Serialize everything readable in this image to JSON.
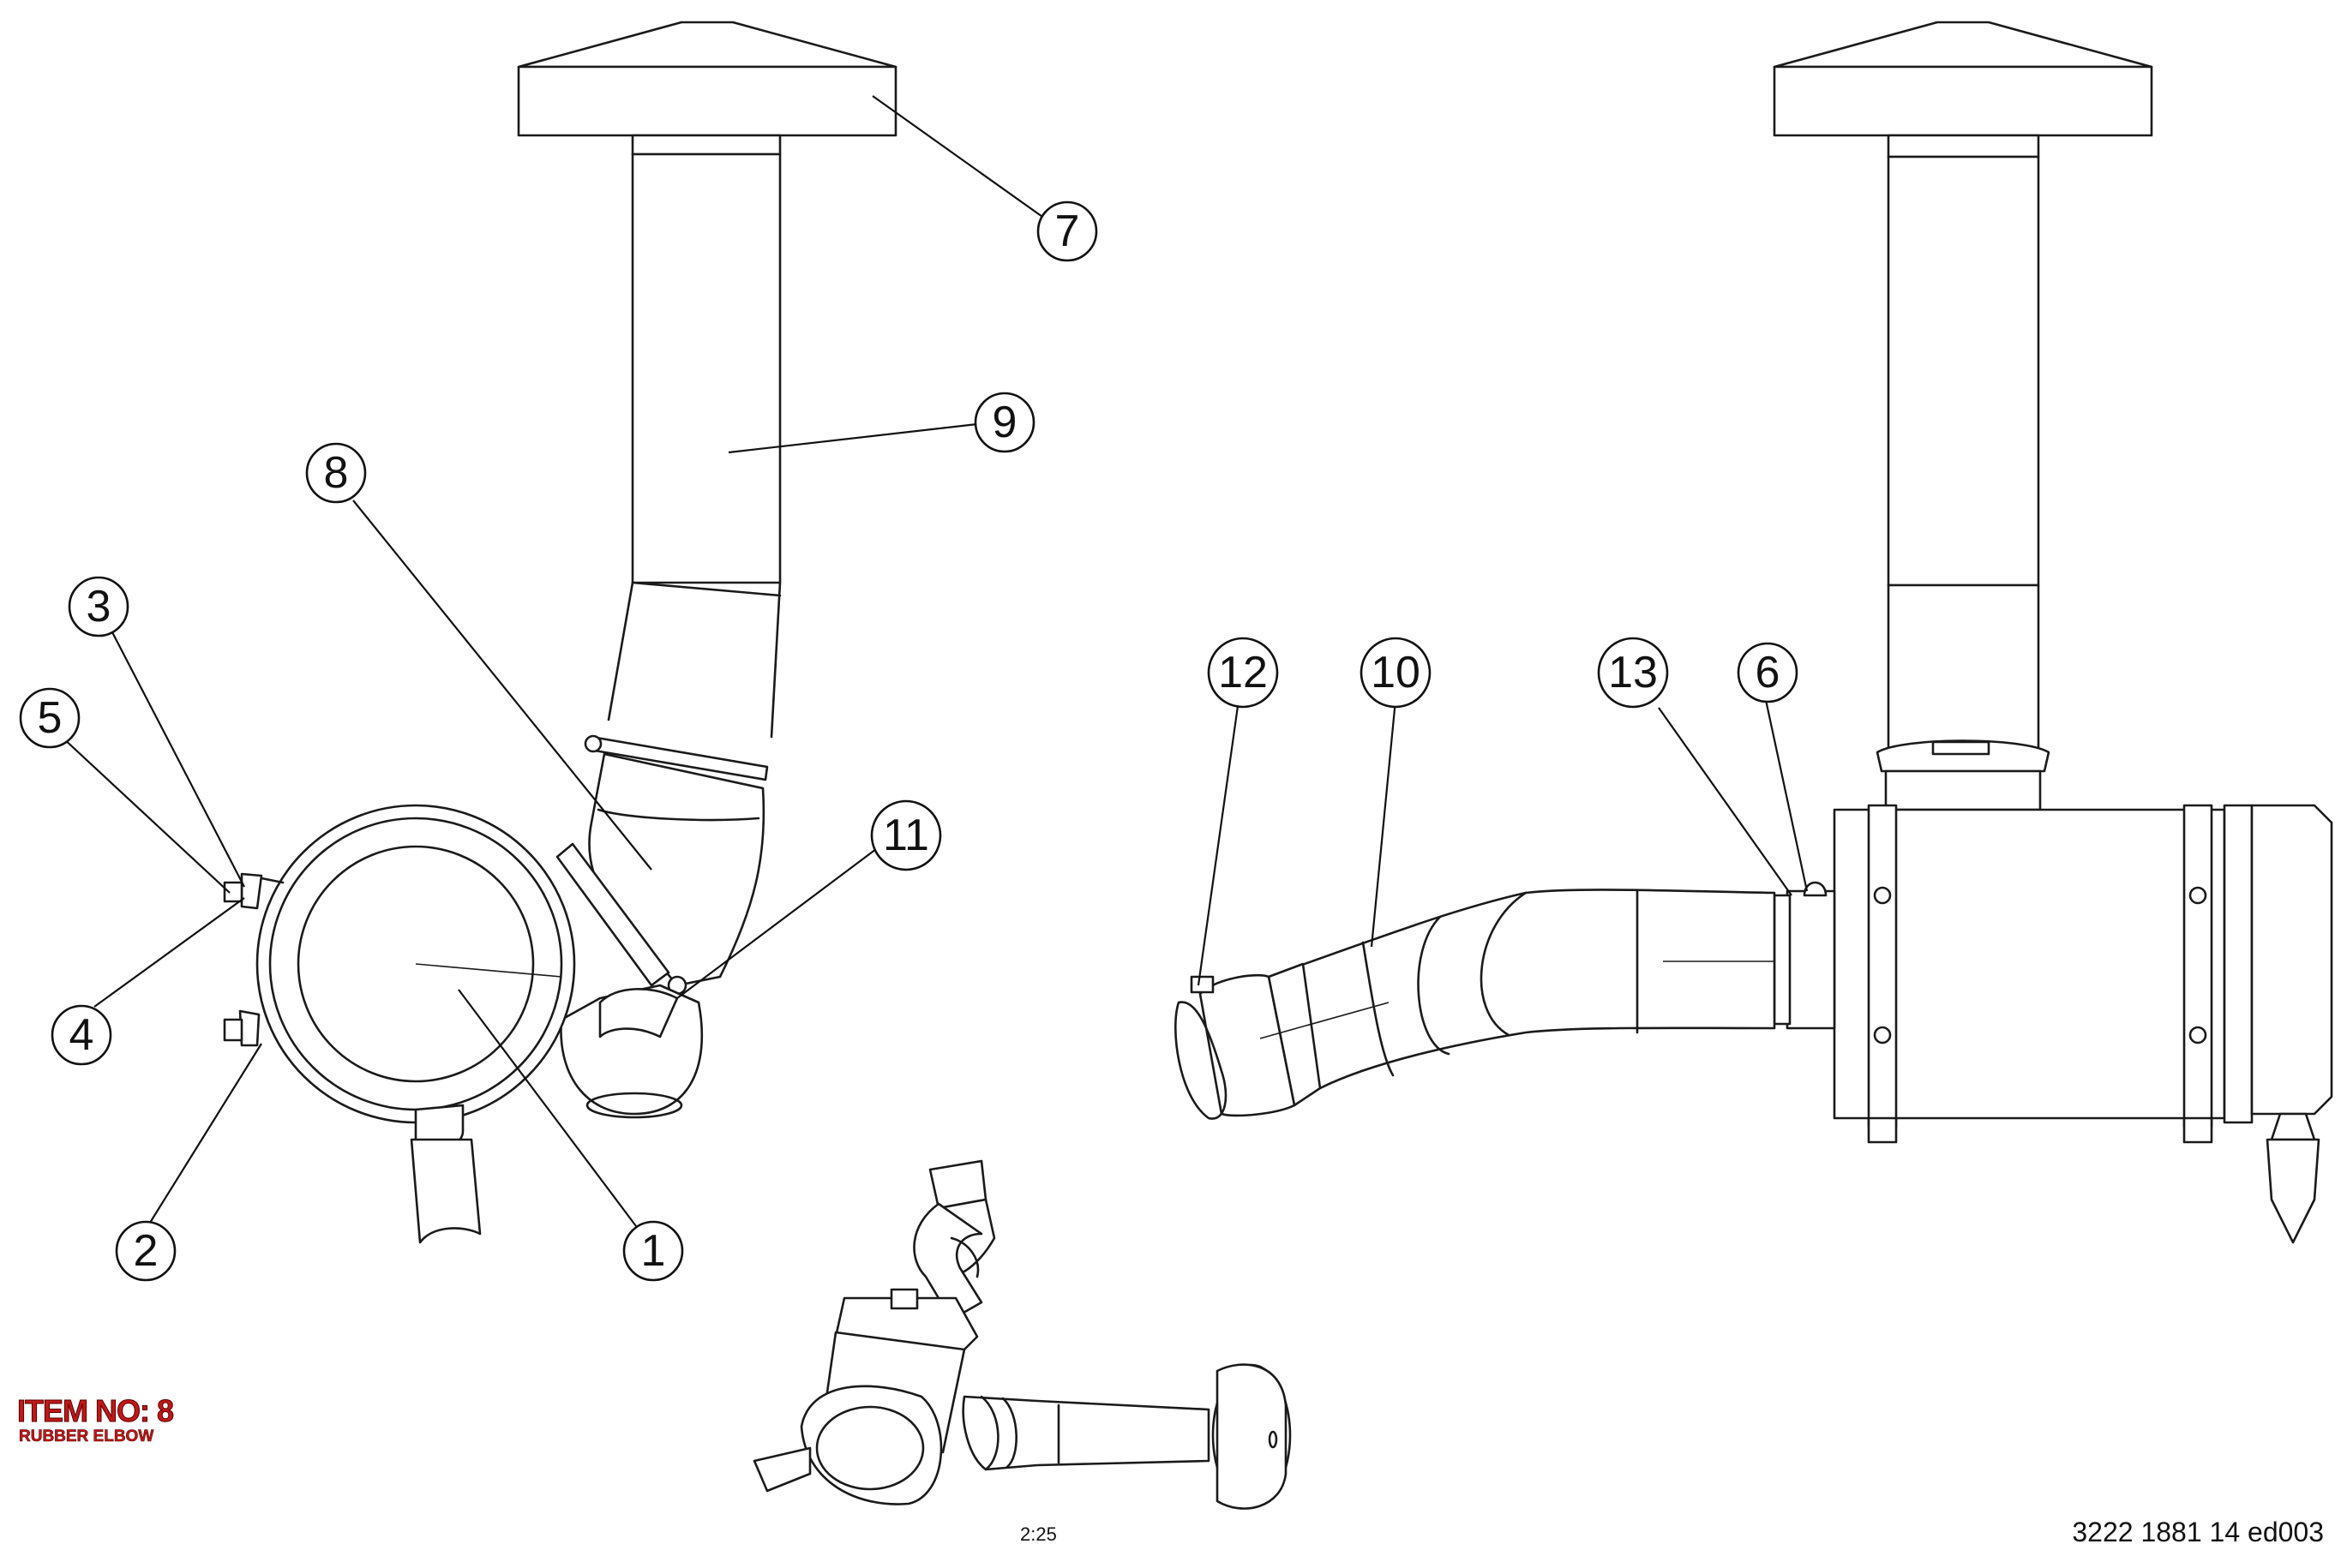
{
  "callouts": [
    "1",
    "2",
    "3",
    "4",
    "5",
    "6",
    "7",
    "8",
    "9",
    "10",
    "11",
    "12",
    "13"
  ],
  "item": {
    "title": "ITEM NO: 8",
    "subtitle": "RUBBER ELBOW"
  },
  "scale": "2:25",
  "document_number": "3222 1881 14 ed003",
  "colors": {
    "line": "#1a1a1a",
    "item_label": "#c01818"
  }
}
